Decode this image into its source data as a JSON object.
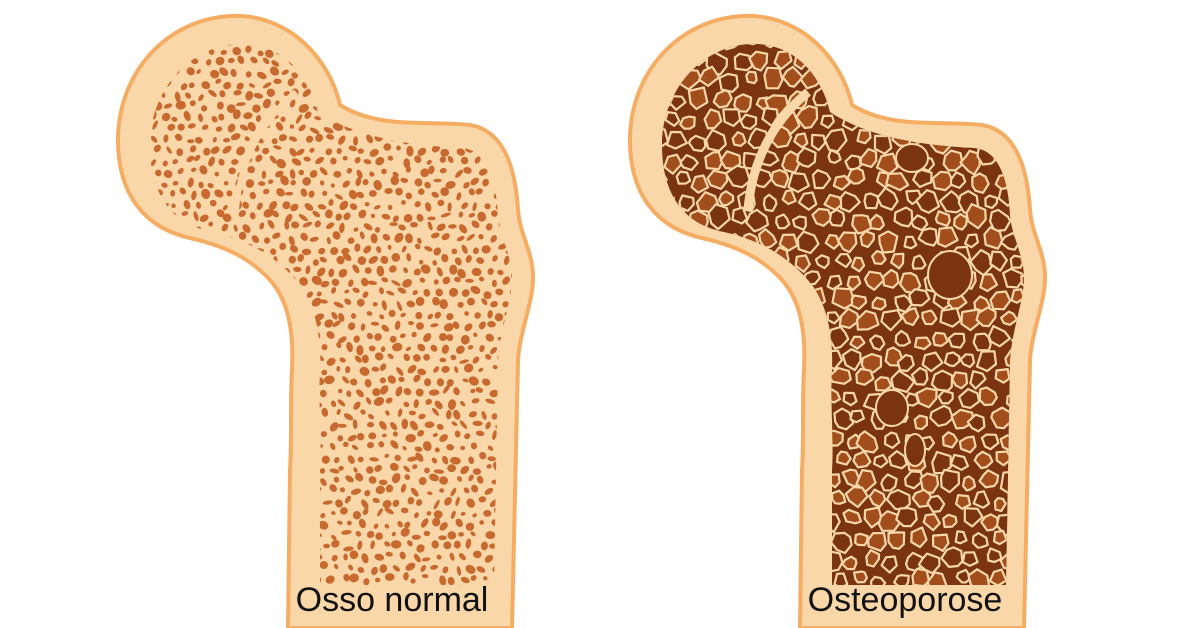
{
  "panels": [
    {
      "id": "normal",
      "label": "Osso normal",
      "porosity": "low"
    },
    {
      "id": "osteoporosis",
      "label": "Osteoporose",
      "porosity": "high"
    }
  ],
  "colors": {
    "background": "#ffffff",
    "bone_fill": "#fad7a8",
    "bone_outline": "#f5ad63",
    "normal_pore": "#c8692f",
    "osteo_pore": "#7a3510",
    "osteo_pore_light": "#a24d1c",
    "label": "#111111"
  }
}
